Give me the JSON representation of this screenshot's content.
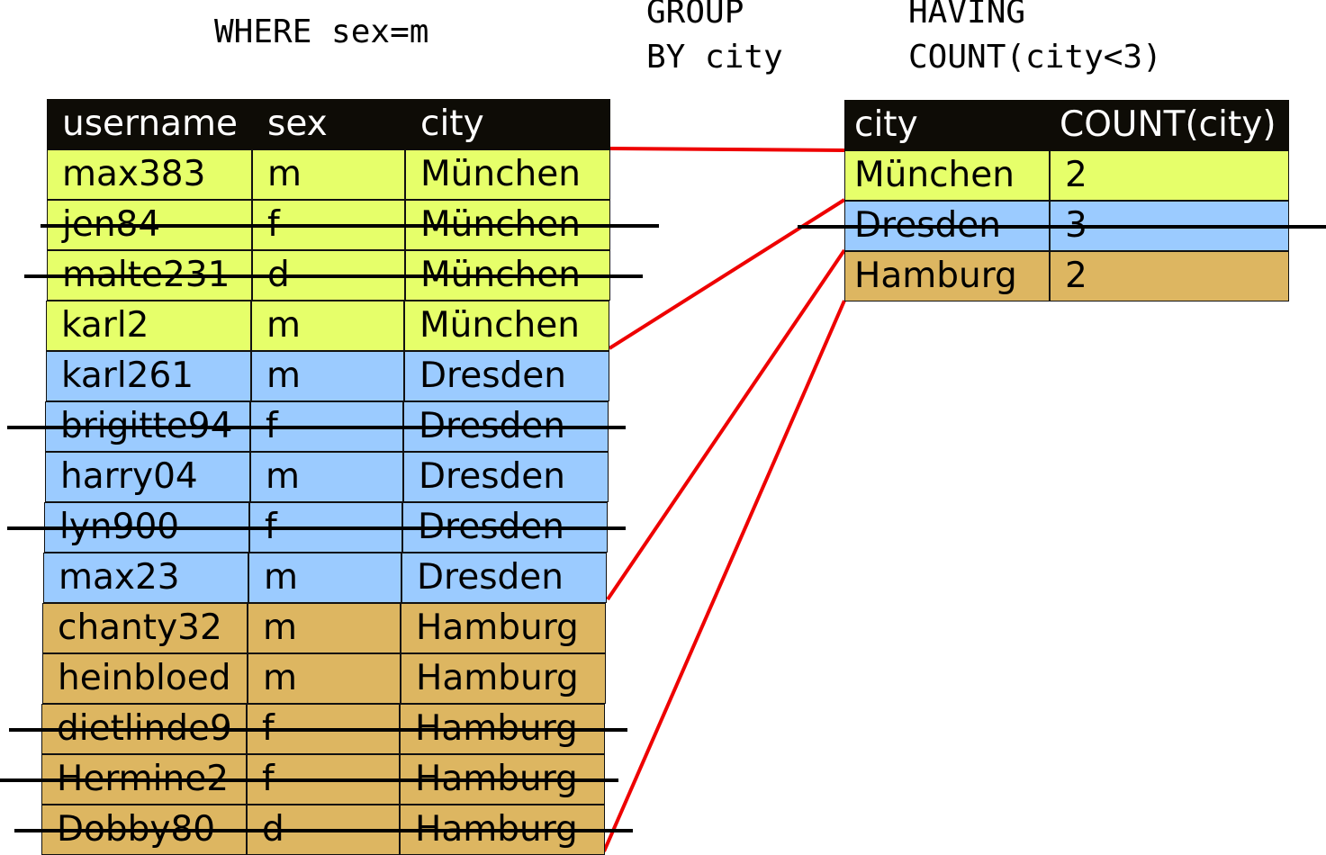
{
  "labels": {
    "where": "WHERE sex=m",
    "group_by": [
      "GROUP",
      "BY city"
    ],
    "having": [
      "HAVING",
      "COUNT(city<3)"
    ]
  },
  "colors": {
    "muenchen": "#e6ff6a",
    "dresden": "#9bcbff",
    "hamburg": "#ddb661",
    "header_bg": "#0e0c06",
    "connector": "#ee0000"
  },
  "source_table": {
    "columns": [
      "username",
      "sex",
      "city"
    ],
    "rows": [
      {
        "username": "max383",
        "sex": "m",
        "city": "München",
        "group": "muenchen",
        "excluded": false
      },
      {
        "username": "jen84",
        "sex": "f",
        "city": "München",
        "group": "muenchen",
        "excluded": true
      },
      {
        "username": "malte231",
        "sex": "d",
        "city": "München",
        "group": "muenchen",
        "excluded": true
      },
      {
        "username": "karl2",
        "sex": "m",
        "city": "München",
        "group": "muenchen",
        "excluded": false
      },
      {
        "username": "karl261",
        "sex": "m",
        "city": "Dresden",
        "group": "dresden",
        "excluded": false
      },
      {
        "username": "brigitte94",
        "sex": "f",
        "city": "Dresden",
        "group": "dresden",
        "excluded": true
      },
      {
        "username": "harry04",
        "sex": "m",
        "city": "Dresden",
        "group": "dresden",
        "excluded": false
      },
      {
        "username": "lyn900",
        "sex": "f",
        "city": "Dresden",
        "group": "dresden",
        "excluded": true
      },
      {
        "username": "max23",
        "sex": "m",
        "city": "Dresden",
        "group": "dresden",
        "excluded": false
      },
      {
        "username": "chanty32",
        "sex": "m",
        "city": "Hamburg",
        "group": "hamburg",
        "excluded": false
      },
      {
        "username": "heinbloed",
        "sex": "m",
        "city": "Hamburg",
        "group": "hamburg",
        "excluded": false
      },
      {
        "username": "dietlinde9",
        "sex": "f",
        "city": "Hamburg",
        "group": "hamburg",
        "excluded": true
      },
      {
        "username": "Hermine2",
        "sex": "f",
        "city": "Hamburg",
        "group": "hamburg",
        "excluded": true
      },
      {
        "username": "Dobby80",
        "sex": "d",
        "city": "Hamburg",
        "group": "hamburg",
        "excluded": true
      }
    ]
  },
  "result_table": {
    "columns": [
      "city",
      "COUNT(city)"
    ],
    "rows": [
      {
        "city": "München",
        "count": "2",
        "group": "muenchen",
        "excluded": false
      },
      {
        "city": "Dresden",
        "count": "3",
        "group": "dresden",
        "excluded": true
      },
      {
        "city": "Hamburg",
        "count": "2",
        "group": "hamburg",
        "excluded": false
      }
    ]
  }
}
